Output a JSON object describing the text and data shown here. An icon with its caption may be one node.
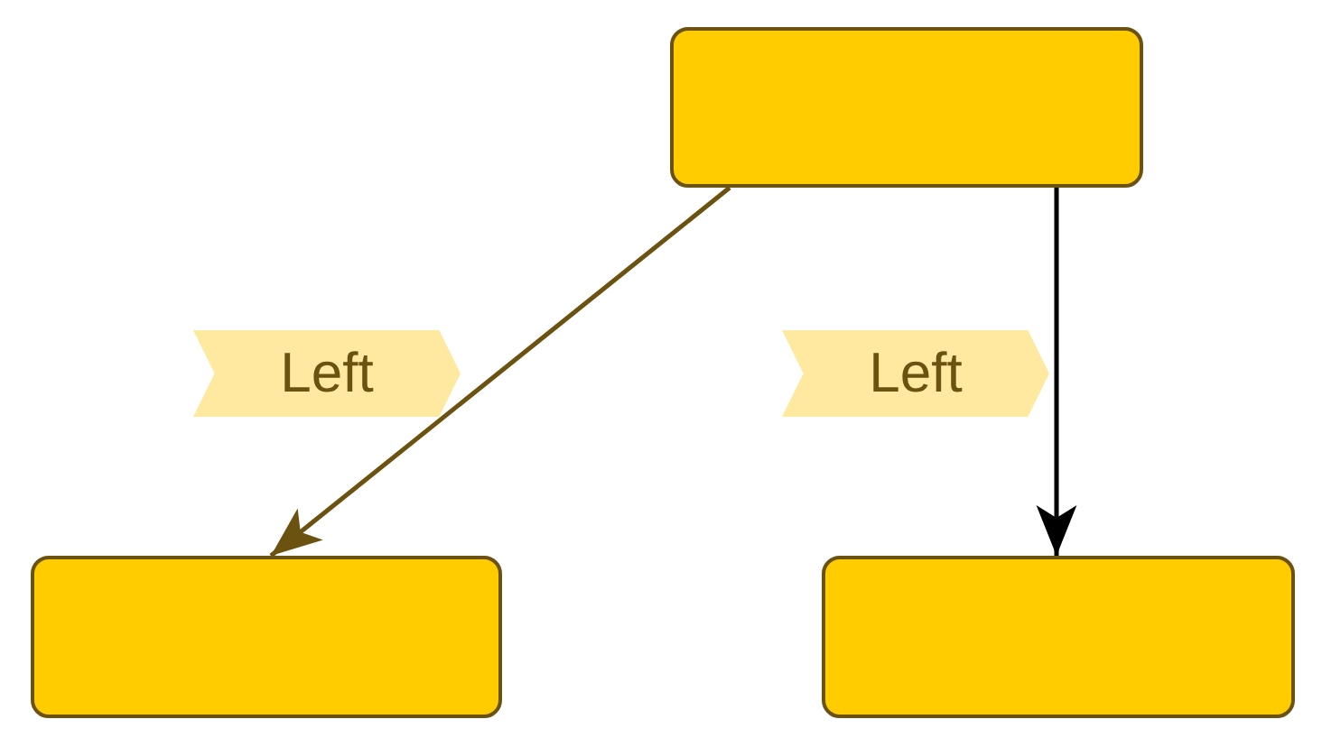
{
  "diagram": {
    "nodes": [
      {
        "text": [],
        "shape": "box"
      },
      {
        "text": [],
        "shape": "box"
      },
      {
        "text": [],
        "shape": "box"
      }
    ],
    "edges": [
      {
        "from": 0,
        "to": 1,
        "arrow": "to",
        "label": "Left",
        "color": "#6b5210"
      },
      {
        "from": 0,
        "to": 2,
        "arrow": "to",
        "label": "Left",
        "color": "#000000"
      }
    ]
  }
}
